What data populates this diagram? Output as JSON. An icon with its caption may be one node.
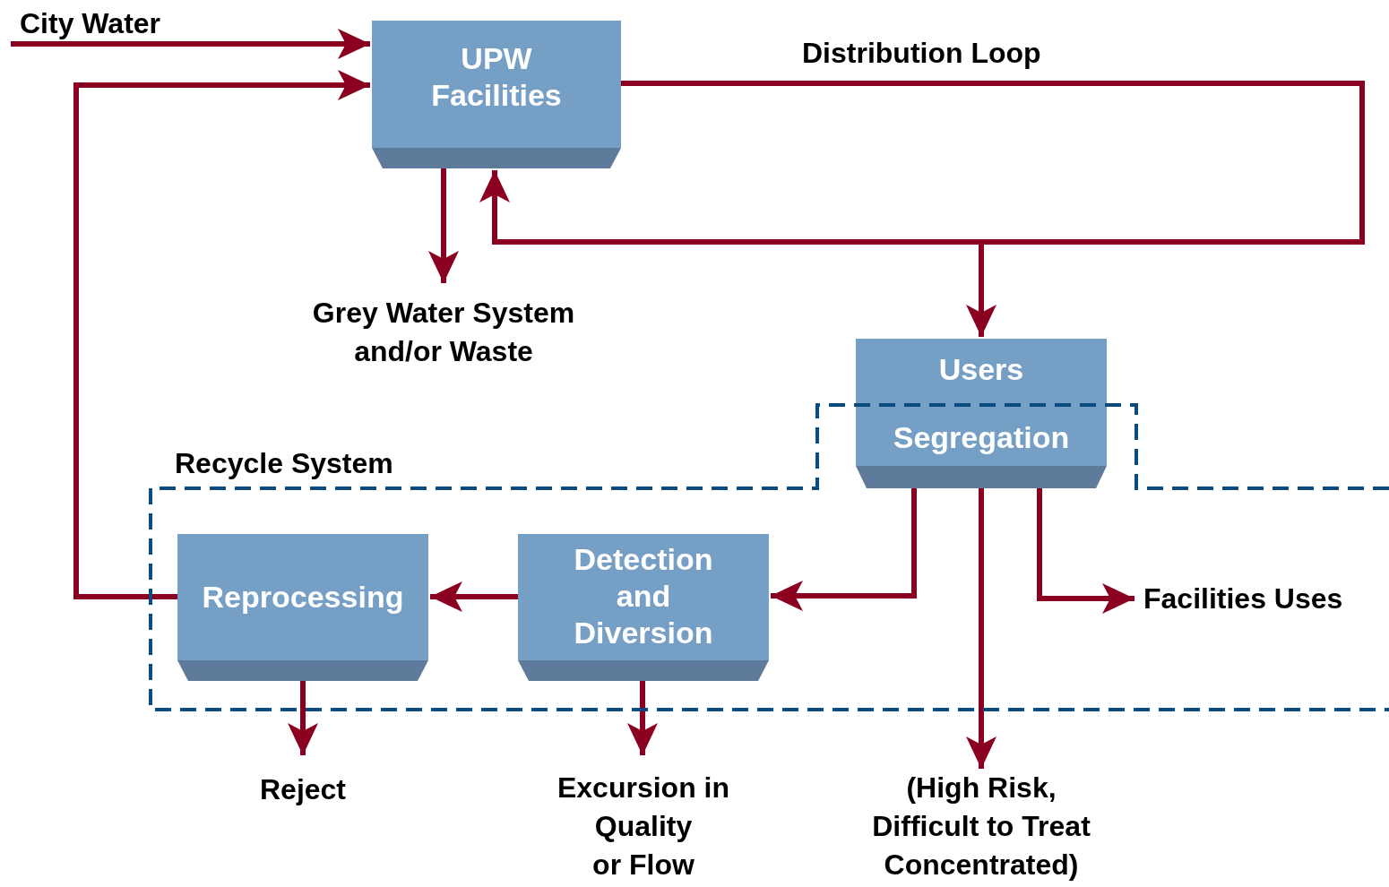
{
  "diagram": {
    "nodes": [
      {
        "text": [
          "City Water"
        ]
      },
      {
        "text": [
          "UPW Facilities"
        ]
      },
      {
        "text": [
          "Grey Water System and/or Waste"
        ]
      },
      {
        "text": [
          "Users",
          "Segregation"
        ]
      },
      {
        "text": [
          "Recycle System"
        ]
      },
      {
        "text": [
          "Reprocessing"
        ],
        "in": 4
      },
      {
        "text": [
          "Detection and Diversion"
        ],
        "in": 4
      },
      {
        "text": [
          "Facilities Uses"
        ],
        "in": 4
      },
      {
        "text": [
          "Reject"
        ]
      },
      {
        "text": [
          "Excursion in Quality or Flow"
        ]
      },
      {
        "text": [
          "(High Risk, Difficult to Treat Concentrated)"
        ]
      }
    ],
    "edges": [
      {
        "from": 0,
        "to": 1,
        "arrow": "to"
      },
      {
        "from": 1,
        "to": 1,
        "arrow": "to",
        "label": "Distribution Loop"
      },
      {
        "from": 1,
        "to": 2,
        "arrow": "to"
      },
      {
        "from": 1,
        "to": 3,
        "arrow": "to"
      },
      {
        "from": 3,
        "to": 6,
        "arrow": "to"
      },
      {
        "from": 3,
        "to": 7,
        "arrow": "to"
      },
      {
        "from": 3,
        "to": 10,
        "arrow": "to"
      },
      {
        "from": 6,
        "to": 5,
        "arrow": "to"
      },
      {
        "from": 5,
        "to": 8,
        "arrow": "to"
      },
      {
        "from": 6,
        "to": 9,
        "arrow": "to"
      },
      {
        "from": 5,
        "to": 1,
        "arrow": "to"
      }
    ]
  }
}
